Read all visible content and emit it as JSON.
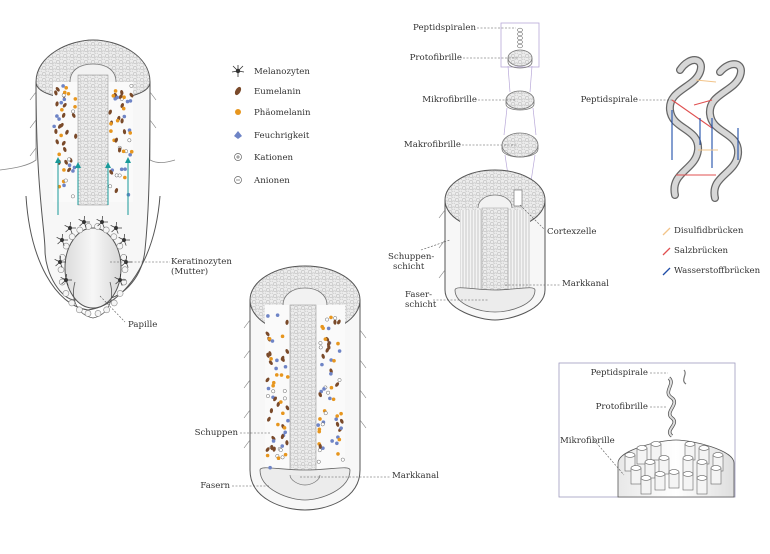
{
  "legend_pigments": [
    {
      "label": "Melanozyten",
      "icon": "melanocyte-icon",
      "color": "#333333"
    },
    {
      "label": "Eumelanin",
      "icon": "eumelanin-icon",
      "color": "#7a4a2a"
    },
    {
      "label": "Phäomelanin",
      "icon": "phaeomelanin-icon",
      "color": "#e7961e"
    },
    {
      "label": "Feuchrigkeit",
      "icon": "moisture-icon",
      "color": "#6e84c6"
    },
    {
      "label": "Kationen",
      "icon": "cation-icon",
      "color": "#666666"
    },
    {
      "label": "Anionen",
      "icon": "anion-icon",
      "color": "#666666"
    }
  ],
  "legend_bonds": [
    {
      "label": "Disulfidbrücken",
      "color": "#f2c48a"
    },
    {
      "label": "Salzbrücken",
      "color": "#e05050"
    },
    {
      "label": "Wasserstoffbrücken",
      "color": "#1f4ea8"
    }
  ],
  "follicle": {
    "keratinocytes": "Keratinozyten",
    "keratinocytes_sub": "(Mutter)",
    "papilla": "Papille"
  },
  "hair_section": {
    "scales": "Schuppen",
    "fibers": "Fasern",
    "medulla": "Markkanal"
  },
  "fiber_hierarchy": {
    "peptide_spirals": "Peptidspiralen",
    "protofibril": "Protofibrille",
    "microfibril": "Mikrofibrille",
    "macrofibril": "Makrofibrille",
    "cortex_cell": "Cortexzelle",
    "cuticle_layer": "Schuppen-",
    "cuticle_layer_2": "schicht",
    "fiber_layer": "Faser-",
    "fiber_layer_2": "schicht",
    "medulla": "Markkanal"
  },
  "peptide_spiral_label": "Peptidspirale",
  "microfibril_detail": {
    "peptide_spiral": "Peptidspirale",
    "protofibril": "Protofibrille",
    "microfibril": "Mikrofibrille"
  }
}
